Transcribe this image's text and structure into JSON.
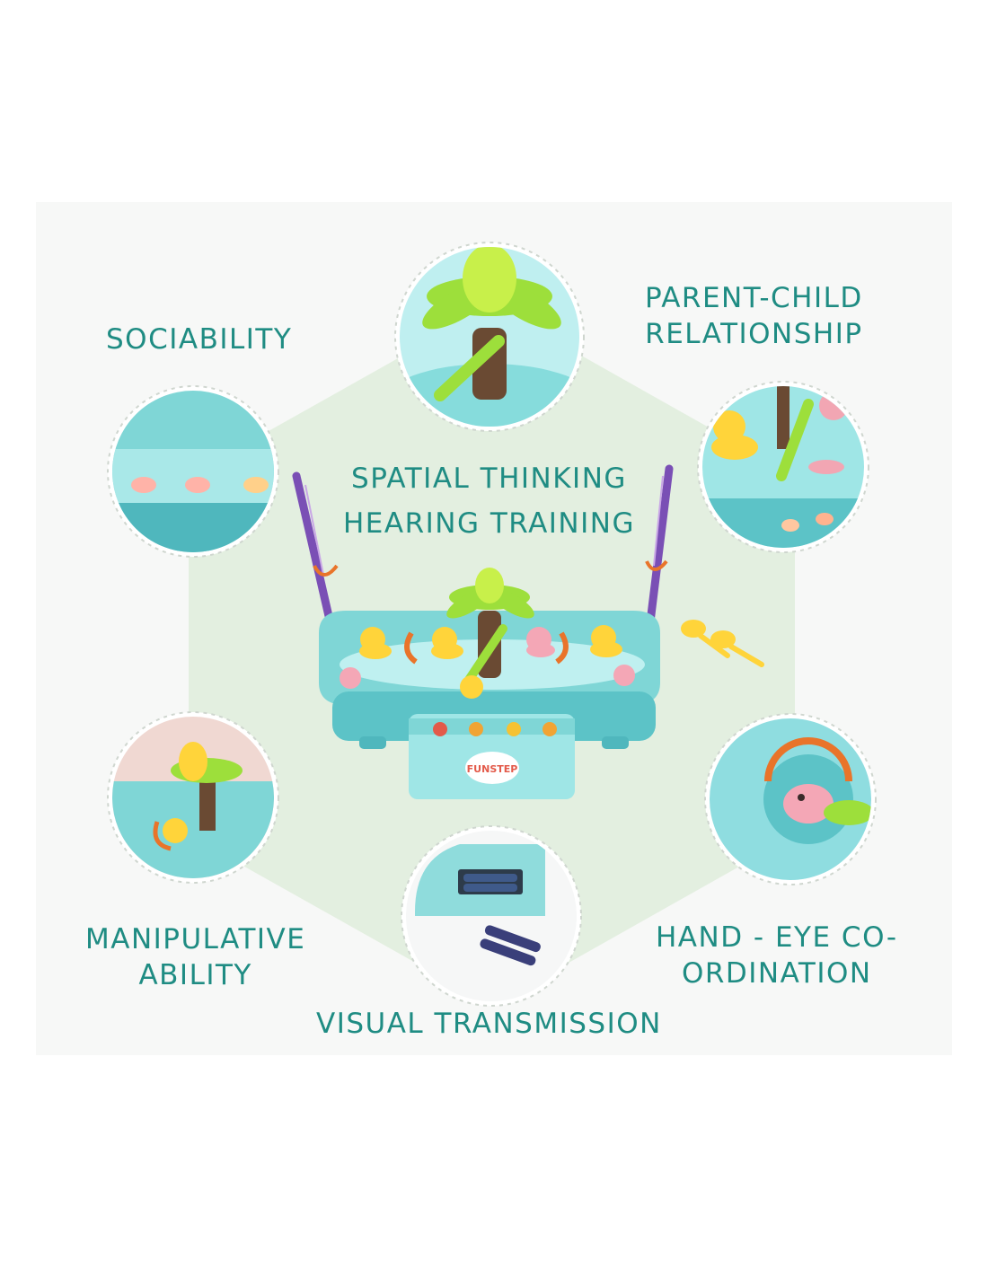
{
  "labels": {
    "sociability": "SOCIABILITY",
    "parent_child_1": "PARENT-CHILD",
    "parent_child_2": "RELATIONSHIP",
    "spatial_thinking": "SPATIAL THINKING",
    "hearing_training": "HEARING TRAINING",
    "manipulative_1": "MANIPULATIVE",
    "manipulative_2": "ABILITY",
    "hand_eye_1": "HAND - EYE CO-",
    "hand_eye_2": "ORDINATION",
    "visual_transmission": "VISUAL TRANSMISSION"
  },
  "brand": {
    "logo_text": "FUNSTEP"
  },
  "colors": {
    "label_text": "#1f8c83",
    "hexagon_fill": "#e3efe0",
    "toy_body": "#7fd6d6",
    "toy_shadow": "#4fb7bd",
    "palm_leaf": "#9ddf3b",
    "trunk": "#6a4a33",
    "duck": "#ffd43a",
    "rod": "#7a4fb5",
    "hook": "#e9742a"
  }
}
